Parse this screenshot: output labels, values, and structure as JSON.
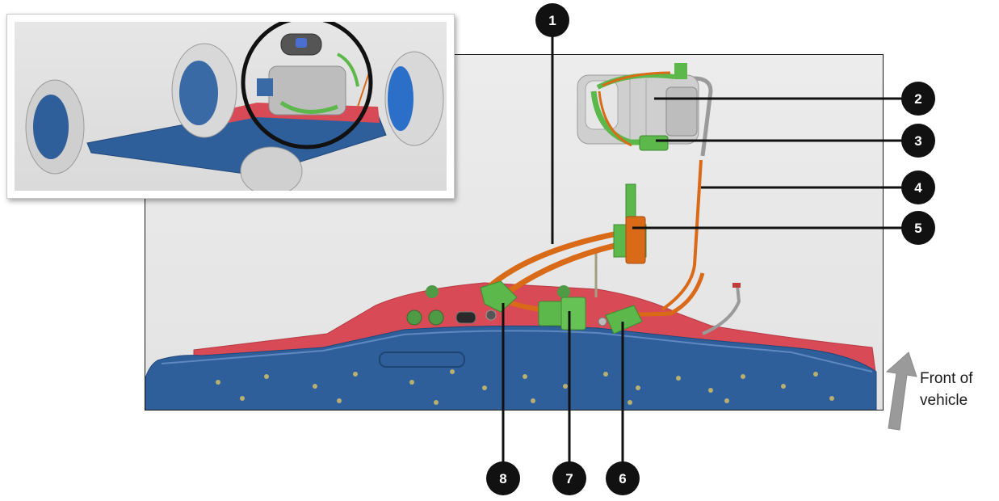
{
  "callouts": [
    {
      "number": "1",
      "target": "hv-cable-upper"
    },
    {
      "number": "2",
      "target": "electric-compressor"
    },
    {
      "number": "3",
      "target": "compressor-connector"
    },
    {
      "number": "4",
      "target": "compressor-cable"
    },
    {
      "number": "5",
      "target": "junction-connector"
    },
    {
      "number": "6",
      "target": "battery-connector-right"
    },
    {
      "number": "7",
      "target": "battery-connector-center"
    },
    {
      "number": "8",
      "target": "battery-connector-left"
    }
  ],
  "direction_label": {
    "line1": "Front of",
    "line2": "vehicle"
  },
  "colors": {
    "hv_cable": "#d96a18",
    "connector": "#5cb84a",
    "battery_tray": "#2f5f9a",
    "battery_cover": "#d84a55",
    "callout_marker": "#111111",
    "arrow": "#9a9a9a",
    "inset_circle": "#111111"
  },
  "inset": {
    "highlight": "circle-around-compressor"
  }
}
